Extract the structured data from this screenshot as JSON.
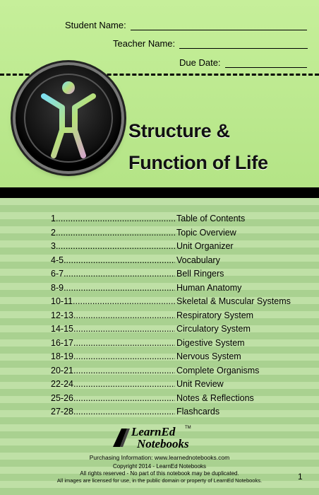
{
  "header": {
    "student_label": "Student Name:",
    "teacher_label": "Teacher Name:",
    "due_label": "Due Date:"
  },
  "title": {
    "line1": "Structure &",
    "line2": "Function of Life"
  },
  "colors": {
    "top_panel": "#c0ec92",
    "stripe_light": "#bfe0a6",
    "stripe_dark": "#a9d190"
  },
  "toc": [
    {
      "pages": "1",
      "title": "Table of Contents"
    },
    {
      "pages": "2",
      "title": "Topic Overview"
    },
    {
      "pages": "3",
      "title": "Unit Organizer"
    },
    {
      "pages": "4-5",
      "title": "Vocabulary"
    },
    {
      "pages": "6-7",
      "title": "Bell Ringers"
    },
    {
      "pages": "8-9",
      "title": "Human Anatomy"
    },
    {
      "pages": "10-11",
      "title": "Skeletal & Muscular Systems"
    },
    {
      "pages": "12-13",
      "title": "Respiratory System"
    },
    {
      "pages": "14-15",
      "title": "Circulatory System"
    },
    {
      "pages": "16-17",
      "title": "Digestive System"
    },
    {
      "pages": "18-19",
      "title": "Nervous System"
    },
    {
      "pages": "20-21",
      "title": "Complete Organisms"
    },
    {
      "pages": "22-24",
      "title": "Unit Review"
    },
    {
      "pages": "25-26",
      "title": "Notes & Reflections"
    },
    {
      "pages": "27-28",
      "title": "Flashcards"
    }
  ],
  "logo": {
    "line1": "LearnEd",
    "line2": "Notebooks",
    "tm": "TM"
  },
  "footer": {
    "purchasing": "Purchasing Information: www.learnednotebooks.com",
    "copyright": "Copyright 2014 - LearnEd Notebooks",
    "rights": "All rights reserved - No part of this notebook may be duplicated.",
    "images": "All images are licensed for use, in the public domain or property of LearnEd Notebooks."
  },
  "page_number": "1"
}
